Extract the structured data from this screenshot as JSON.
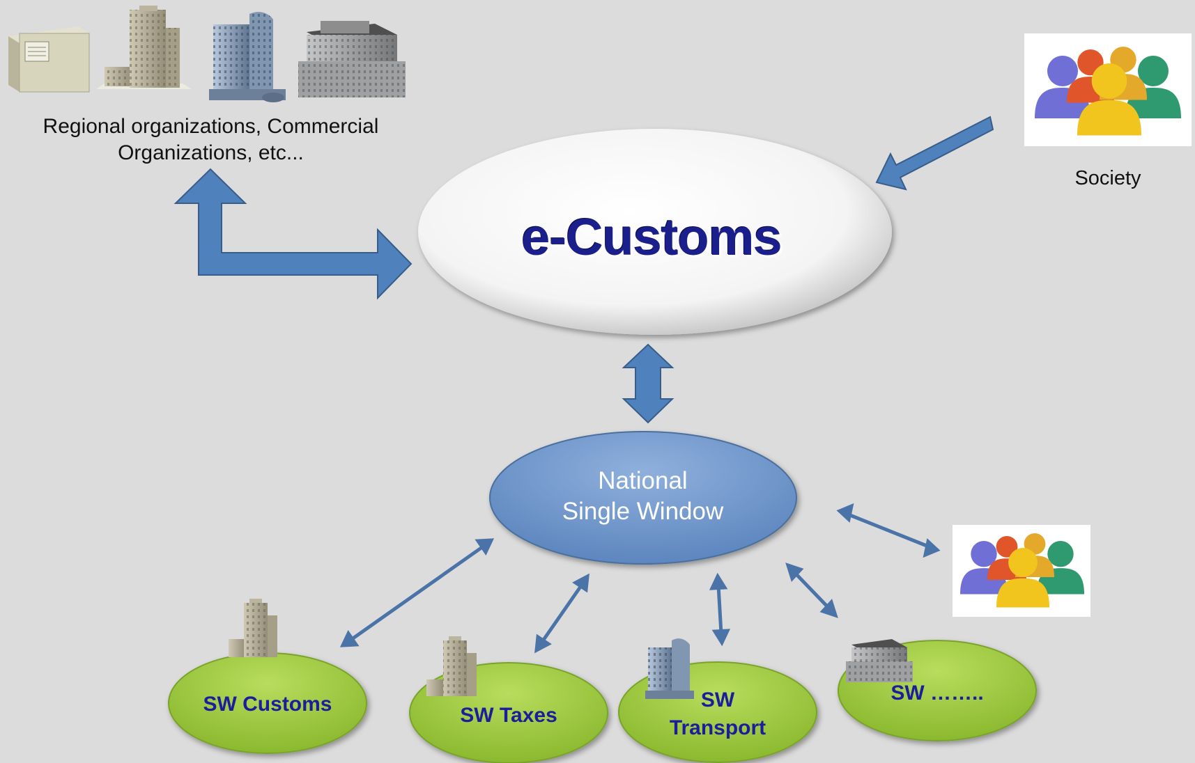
{
  "title": "e-Customs",
  "regional_label": "Regional organizations, Commercial Organizations, etc...",
  "society_label": "Society",
  "nsw": {
    "line1": "National",
    "line2": "Single Window"
  },
  "sw_nodes": [
    {
      "id": "customs",
      "line1": "SW Customs",
      "line2": ""
    },
    {
      "id": "taxes",
      "line1": "SW Taxes",
      "line2": ""
    },
    {
      "id": "transport",
      "line1": "SW",
      "line2": "Transport"
    },
    {
      "id": "other",
      "line1": "SW ……..",
      "line2": ""
    }
  ],
  "colors": {
    "background": "#dcdcdc",
    "arrow": "#4f81bd",
    "nsw_fill": "#6f97c9",
    "sw_fill": "#9ccb3a",
    "title": "#1b1f8c",
    "sw_text": "#1a1e9a"
  },
  "icons": [
    "server-icon",
    "tall-building-icon",
    "glass-tower-icon",
    "office-block-icon",
    "people-group-icon"
  ]
}
